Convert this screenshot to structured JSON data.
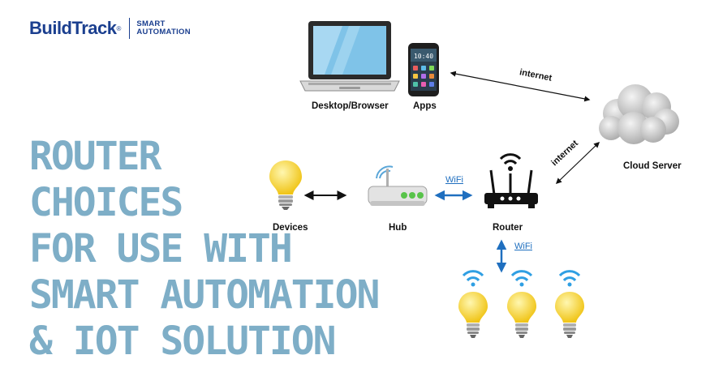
{
  "brand": {
    "name": "BuildTrack",
    "reg": "®",
    "tag_line1": "SMART",
    "tag_line2": "AUTOMATION"
  },
  "headline": {
    "lines": [
      "ROUTER",
      "CHOICES",
      "FOR USE WITH",
      "SMART AUTOMATION",
      "& IOT SOLUTION"
    ]
  },
  "diagram": {
    "nodes": {
      "desktop": "Desktop/Browser",
      "apps": "Apps",
      "cloud": "Cloud Server",
      "devices": "Devices",
      "hub": "Hub",
      "router": "Router"
    },
    "edges": {
      "apps_cloud": "internet",
      "router_cloud": "internet",
      "hub_router": "WiFi",
      "router_bulbs": "WiFi"
    },
    "phone_time": "10:40"
  },
  "colors": {
    "brand": "#1b3f8f",
    "headline": "#7eaec7",
    "wifi": "#1f6fbf",
    "bulb": "#f3d21f"
  }
}
